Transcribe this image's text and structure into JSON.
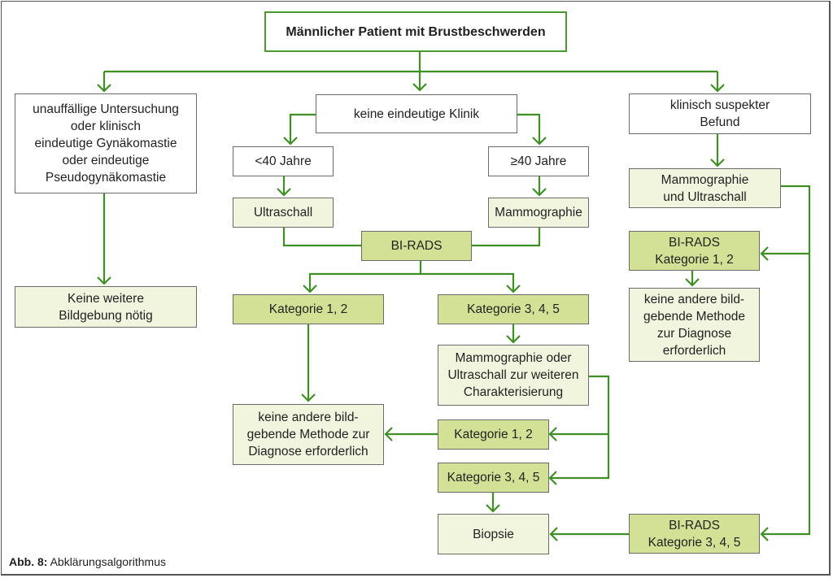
{
  "colors": {
    "arrow": "#3f8f25",
    "box_border": "#6b6b6b",
    "top_border": "#4a9a2e",
    "fill_white": "#ffffff",
    "fill_light_green": "#f1f5de",
    "fill_green": "#d2e196"
  },
  "nodes": {
    "root": "Männlicher Patient mit Brustbeschwerden",
    "unremarkable": "unauffällige Untersuchung\noder klinisch\neindeutige Gynäkomastie\noder eindeutige\nPseudogynäkomastie",
    "no_further_imaging": "Keine weitere\nBildgebung nötig",
    "unclear_clinic": "keine eindeutige Klinik",
    "under_40": "<40 Jahre",
    "over_40": "≥40 Jahre",
    "ultrasound": "Ultraschall",
    "mammography": "Mammographie",
    "birads": "BI-RADS",
    "cat_12": "Kategorie 1, 2",
    "cat_345": "Kategorie 3, 4, 5",
    "further_char": "Mammographie oder\nUltraschall zur weiteren\nCharakterisierung",
    "no_other_method_mid": "keine andere bild-\ngebende Methode zur\nDiagnose erforderlich",
    "cat_12_b": "Kategorie 1, 2",
    "cat_345_b": "Kategorie 3, 4, 5",
    "biopsy": "Biopsie",
    "suspect": "klinisch suspekter\nBefund",
    "mammo_us": "Mammographie\nund Ultraschall",
    "birads_12": "BI-RADS\nKategorie 1, 2",
    "no_other_method_right": "keine andere bild-\ngebende Methode\nzur Diagnose\nerforderlich",
    "birads_345": "BI-RADS\nKategorie 3, 4, 5"
  },
  "caption": {
    "label": "Abb. 8:",
    "text": " Abklärungsalgorithmus"
  }
}
